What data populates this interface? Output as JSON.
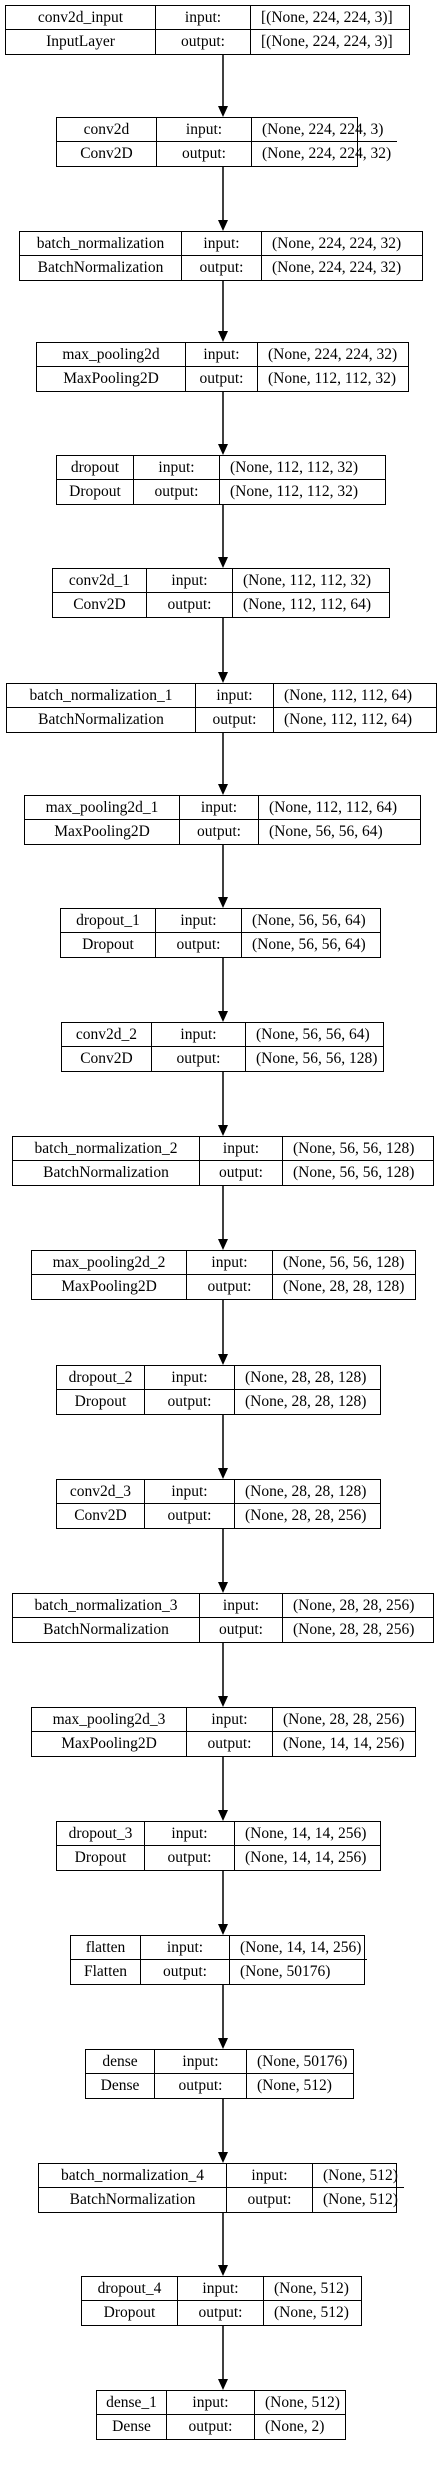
{
  "layers": [
    {
      "name": "conv2d_input",
      "type": "InputLayer",
      "input_label": "input:",
      "output_label": "output:",
      "input_shape": "[(None, 224, 224, 3)]",
      "output_shape": "[(None, 224, 224, 3)]"
    },
    {
      "name": "conv2d",
      "type": "Conv2D",
      "input_label": "input:",
      "output_label": "output:",
      "input_shape": "(None, 224, 224, 3)",
      "output_shape": "(None, 224, 224, 32)"
    },
    {
      "name": "batch_normalization",
      "type": "BatchNormalization",
      "input_label": "input:",
      "output_label": "output:",
      "input_shape": "(None, 224, 224, 32)",
      "output_shape": "(None, 224, 224, 32)"
    },
    {
      "name": "max_pooling2d",
      "type": "MaxPooling2D",
      "input_label": "input:",
      "output_label": "output:",
      "input_shape": "(None, 224, 224, 32)",
      "output_shape": "(None, 112, 112, 32)"
    },
    {
      "name": "dropout",
      "type": "Dropout",
      "input_label": "input:",
      "output_label": "output:",
      "input_shape": "(None, 112, 112, 32)",
      "output_shape": "(None, 112, 112, 32)"
    },
    {
      "name": "conv2d_1",
      "type": "Conv2D",
      "input_label": "input:",
      "output_label": "output:",
      "input_shape": "(None, 112, 112, 32)",
      "output_shape": "(None, 112, 112, 64)"
    },
    {
      "name": "batch_normalization_1",
      "type": "BatchNormalization",
      "input_label": "input:",
      "output_label": "output:",
      "input_shape": "(None, 112, 112, 64)",
      "output_shape": "(None, 112, 112, 64)"
    },
    {
      "name": "max_pooling2d_1",
      "type": "MaxPooling2D",
      "input_label": "input:",
      "output_label": "output:",
      "input_shape": "(None, 112, 112, 64)",
      "output_shape": "(None, 56, 56, 64)"
    },
    {
      "name": "dropout_1",
      "type": "Dropout",
      "input_label": "input:",
      "output_label": "output:",
      "input_shape": "(None, 56, 56, 64)",
      "output_shape": "(None, 56, 56, 64)"
    },
    {
      "name": "conv2d_2",
      "type": "Conv2D",
      "input_label": "input:",
      "output_label": "output:",
      "input_shape": "(None, 56, 56, 64)",
      "output_shape": "(None, 56, 56, 128)"
    },
    {
      "name": "batch_normalization_2",
      "type": "BatchNormalization",
      "input_label": "input:",
      "output_label": "output:",
      "input_shape": "(None, 56, 56, 128)",
      "output_shape": "(None, 56, 56, 128)"
    },
    {
      "name": "max_pooling2d_2",
      "type": "MaxPooling2D",
      "input_label": "input:",
      "output_label": "output:",
      "input_shape": "(None, 56, 56, 128)",
      "output_shape": "(None, 28, 28, 128)"
    },
    {
      "name": "dropout_2",
      "type": "Dropout",
      "input_label": "input:",
      "output_label": "output:",
      "input_shape": "(None, 28, 28, 128)",
      "output_shape": "(None, 28, 28, 128)"
    },
    {
      "name": "conv2d_3",
      "type": "Conv2D",
      "input_label": "input:",
      "output_label": "output:",
      "input_shape": "(None, 28, 28, 128)",
      "output_shape": "(None, 28, 28, 256)"
    },
    {
      "name": "batch_normalization_3",
      "type": "BatchNormalization",
      "input_label": "input:",
      "output_label": "output:",
      "input_shape": "(None, 28, 28, 256)",
      "output_shape": "(None, 28, 28, 256)"
    },
    {
      "name": "max_pooling2d_3",
      "type": "MaxPooling2D",
      "input_label": "input:",
      "output_label": "output:",
      "input_shape": "(None, 28, 28, 256)",
      "output_shape": "(None, 14, 14, 256)"
    },
    {
      "name": "dropout_3",
      "type": "Dropout",
      "input_label": "input:",
      "output_label": "output:",
      "input_shape": "(None, 14, 14, 256)",
      "output_shape": "(None, 14, 14, 256)"
    },
    {
      "name": "flatten",
      "type": "Flatten",
      "input_label": "input:",
      "output_label": "output:",
      "input_shape": "(None, 14, 14, 256)",
      "output_shape": "(None, 50176)"
    },
    {
      "name": "dense",
      "type": "Dense",
      "input_label": "input:",
      "output_label": "output:",
      "input_shape": "(None, 50176)",
      "output_shape": "(None, 512)"
    },
    {
      "name": "batch_normalization_4",
      "type": "BatchNormalization",
      "input_label": "input:",
      "output_label": "output:",
      "input_shape": "(None, 512)",
      "output_shape": "(None, 512)"
    },
    {
      "name": "dropout_4",
      "type": "Dropout",
      "input_label": "input:",
      "output_label": "output:",
      "input_shape": "(None, 512)",
      "output_shape": "(None, 512)"
    },
    {
      "name": "dense_1",
      "type": "Dense",
      "input_label": "input:",
      "output_label": "output:",
      "input_shape": "(None, 512)",
      "output_shape": "(None, 2)"
    }
  ]
}
